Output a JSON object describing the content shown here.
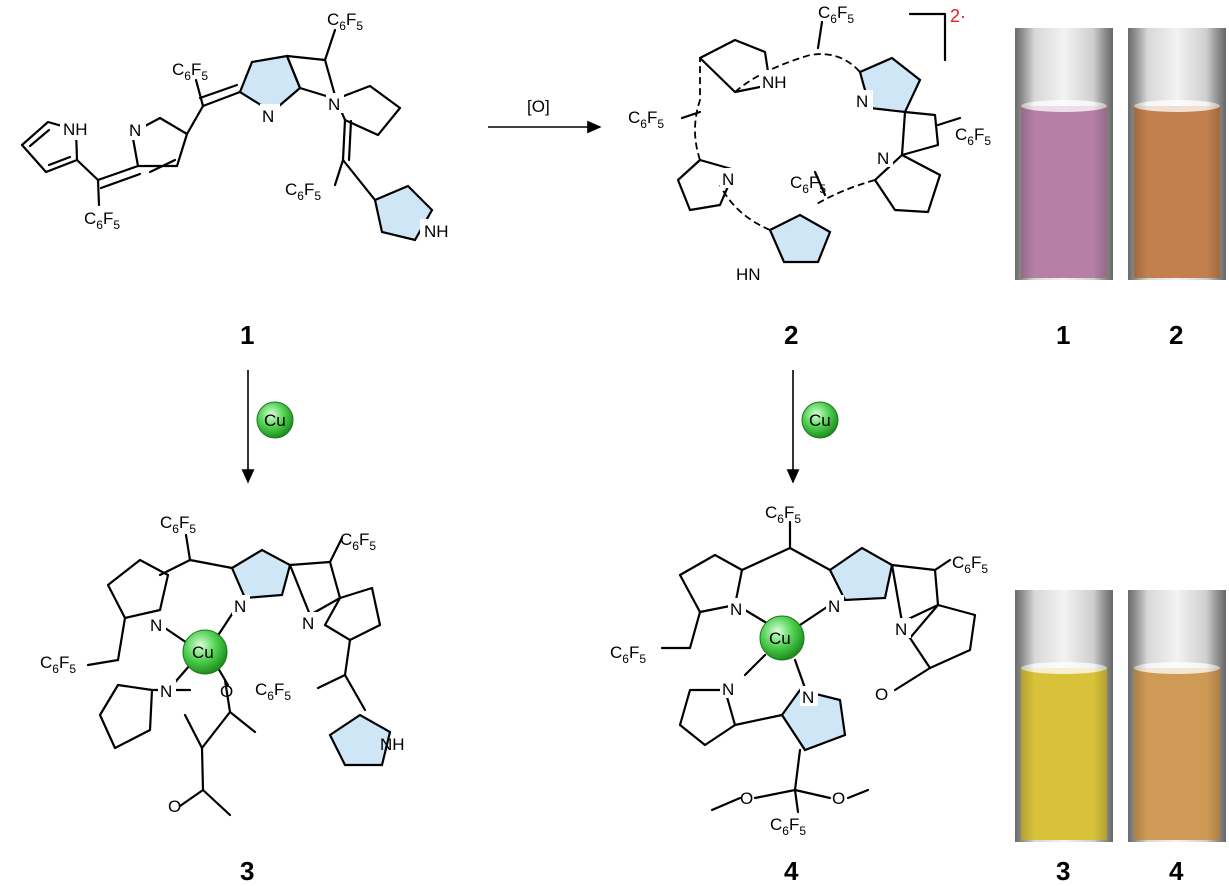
{
  "reagents": {
    "oxidation": "[O]",
    "copper_left": "Cu",
    "copper_right": "Cu"
  },
  "superscript": {
    "charge": "2",
    "radical_dot": "·"
  },
  "substituent": {
    "c6f5_c": "C",
    "c6f5_sub1": "6",
    "c6f5_f": "F",
    "c6f5_sub2": "5"
  },
  "atoms": {
    "nh": "NH",
    "hn": "HN",
    "n": "N",
    "o": "O",
    "cu": "Cu"
  },
  "compounds": {
    "c1": "1",
    "c2": "2",
    "c3": "3",
    "c4": "4"
  },
  "vials": [
    {
      "label": "1",
      "color": "#b57fa6"
    },
    {
      "label": "2",
      "color": "#c2804f"
    },
    {
      "label": "3",
      "color": "#d8c23a"
    },
    {
      "label": "4",
      "color": "#cf9a55"
    }
  ],
  "colors": {
    "highlight": "#cfe6f7",
    "copper": "#3ac23a",
    "charge": "#e02020"
  }
}
